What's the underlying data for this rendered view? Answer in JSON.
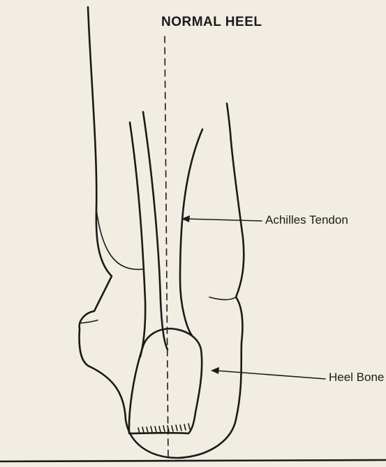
{
  "diagram": {
    "title": "NORMAL HEEL",
    "labels": {
      "achilles_tendon": "Achilles Tendon",
      "heel_bone": "Heel Bone"
    }
  }
}
